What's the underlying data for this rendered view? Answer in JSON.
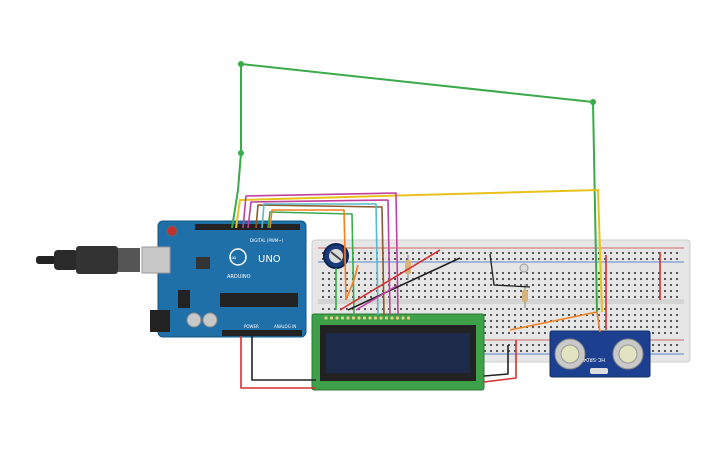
{
  "arduino": {
    "brand": "ARDUINO",
    "model": "UNO",
    "digital_label": "DIGITAL (PWM~)",
    "power_label": "POWER",
    "analog_label": "ANALOG IN"
  },
  "sensor": {
    "model": "HC-SR04"
  },
  "colors": {
    "wire_green": "#3aaa4a",
    "wire_yellow": "#e8c21a",
    "wire_orange": "#f08020",
    "wire_red": "#d63030",
    "wire_black": "#222222",
    "wire_magenta": "#c040a0",
    "wire_brown": "#8a5a2a",
    "wire_cyan": "#5ab8c8",
    "board_blue": "#1f6fa8",
    "lcd_green": "#3fa04a",
    "lcd_screen": "#1d2a4a",
    "sensor_blue": "#1c3f8f",
    "breadboard": "#e8e8e8"
  }
}
